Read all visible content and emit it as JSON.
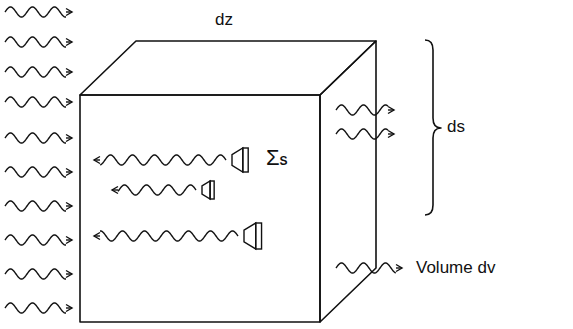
{
  "diagram": {
    "labels": [
      "dz",
      "ds",
      "ΣS",
      "Volume dv"
    ]
  }
}
